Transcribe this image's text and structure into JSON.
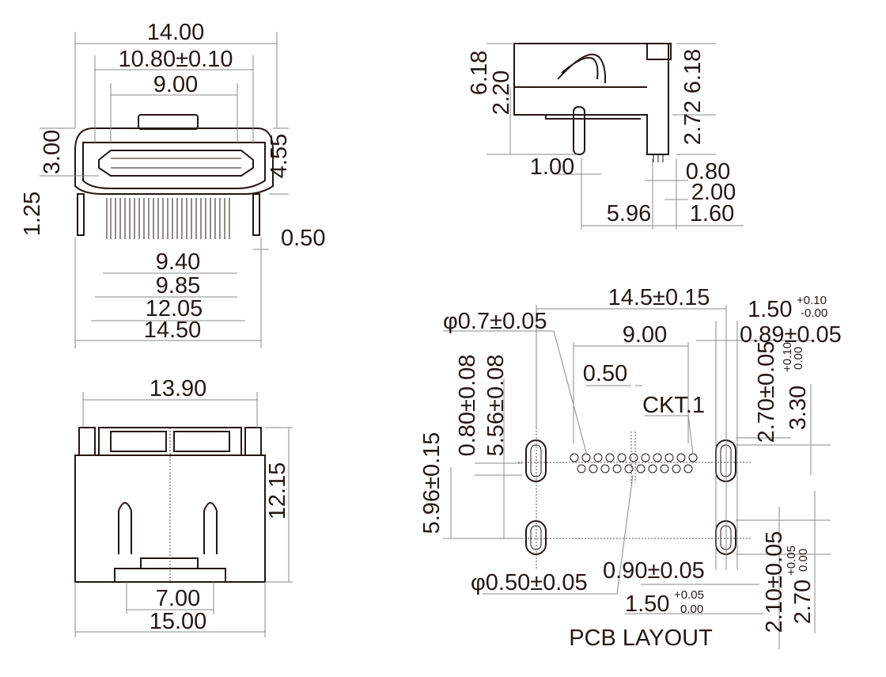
{
  "front_view": {
    "w_total": "14.00",
    "w_body": "10.80±0.10",
    "w_port": "9.00",
    "h_port": "3.00",
    "h_body": "4.55",
    "h_pin": "1.25",
    "pin_w": "0.50",
    "pin_span1": "9.40",
    "pin_span2": "9.85",
    "pin_span3": "12.05",
    "pin_span4": "14.50"
  },
  "top_view": {
    "w_top": "13.90",
    "depth": "12.15",
    "w_tab": "7.00",
    "w_total": "15.00"
  },
  "side_view": {
    "h_total_left": "6.18",
    "h_board": "2.20",
    "h_total_right": "6.18",
    "h_pin": "2.72",
    "pin_off": "1.00",
    "pin_w": "0.80",
    "pin_pitch": "2.00",
    "len": "5.96",
    "tail": "1.60"
  },
  "pcb_layout": {
    "title": "PCB LAYOUT",
    "width": "14.5±0.15",
    "slot_w": "1.50",
    "slot_w_tol_plus": "+0.10",
    "slot_w_tol_minus": "-0.00",
    "hole_dia": "φ0.7±0.05",
    "pin_span": "9.00",
    "slot_hole": "0.89±0.05",
    "pitch": "0.50",
    "ckt": "CKT.1",
    "row_gap": "0.80±0.08",
    "row_off": "5.56±0.08",
    "slot_spacing": "5.96±0.15",
    "slot_len": "2.70±0.05",
    "slot_h": "3.30",
    "slot_h_tol_plus": "+0.10",
    "slot_h_tol_minus": "0.00",
    "pin_dia": "φ0.50±0.05",
    "slot2_hole": "0.90±0.05",
    "slot2_w": "1.50",
    "slot2_w_tol_plus": "+0.05",
    "slot2_w_tol_minus": "0.00",
    "slot2_len": "2.10±0.05",
    "slot2_h": "2.70",
    "slot2_h_tol_plus": "+0.05",
    "slot2_h_tol_minus": "0.00"
  }
}
